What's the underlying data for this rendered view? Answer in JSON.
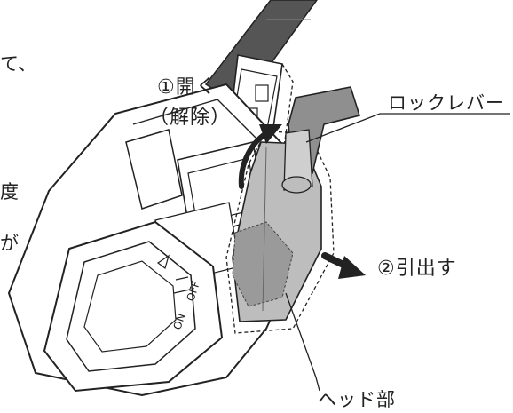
{
  "labels": {
    "step1_open": "①開く",
    "step1_release": "（解除）",
    "step2_pull_out": "②引出す",
    "lock_lever": "ロックレバー",
    "head_part": "ヘッド部",
    "cropped_text_1": "て、",
    "cropped_text_2": "度",
    "cropped_text_3": "が"
  },
  "switch_markings": {
    "off": "OFF",
    "on": "ON"
  },
  "colors": {
    "line": "#222222",
    "head_fill": "#bdbdbd",
    "head_shade": "#9a9a9a",
    "lever_fill": "#8f8f8f",
    "strip_fill": "#555555",
    "arrow_fill": "#222222"
  },
  "icons": {
    "open_arrow": "curved-arrow-icon",
    "pull_arrow": "arrow-right-icon"
  }
}
